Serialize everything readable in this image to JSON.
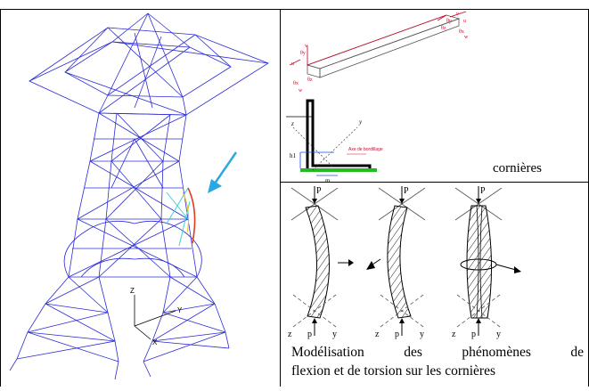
{
  "figure": {
    "tower": {
      "axes": {
        "z": "Z",
        "y": "Y",
        "x": "X"
      }
    },
    "angle_section": {
      "caption": "cornières",
      "beam_labels": [
        "θy",
        "v",
        "u",
        "θz",
        "θx",
        "w",
        "v",
        "θy",
        "u",
        "θz",
        "θx",
        "w"
      ],
      "section_labels": {
        "y": "y",
        "z": "z",
        "h1": "h1",
        "m": "m",
        "axe": "Axe de bordillage"
      }
    },
    "phenomena": {
      "load_label": "P",
      "bottom_labels": [
        "z",
        "p",
        "y",
        "z",
        "p",
        "y",
        "z",
        "p",
        "y"
      ],
      "caption_line1": "Modélisation des phénomènes de",
      "caption_line2": "flexion et de torsion sur les cornières"
    },
    "colors": {
      "tower_members": "#2b2bd6",
      "stressed_members": "#3fd1d6",
      "failure_member": "#e23b1e",
      "arrow": "#2aa8e0",
      "angle_member": "#c8102e",
      "section_green": "#22bb22",
      "border": "#000000"
    }
  }
}
